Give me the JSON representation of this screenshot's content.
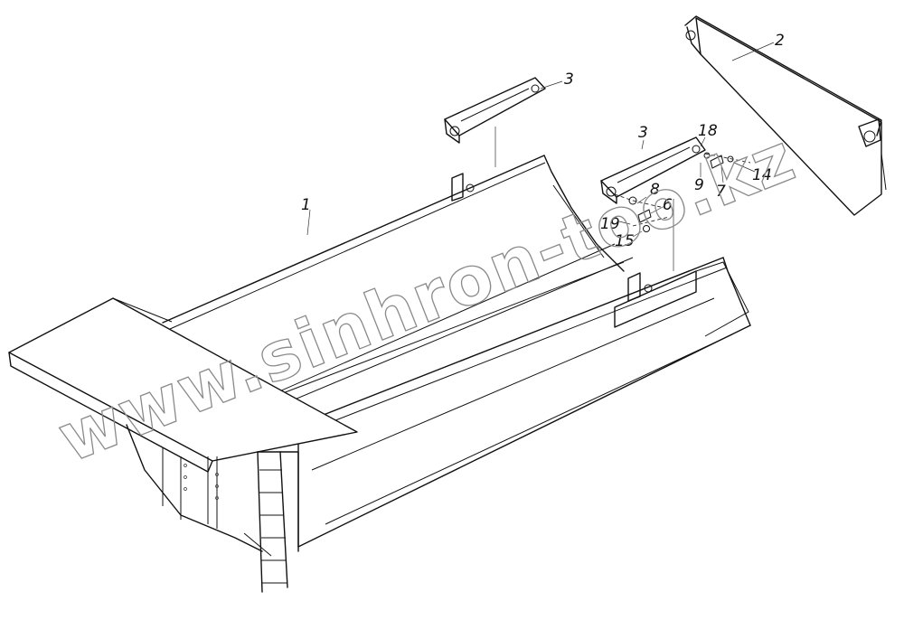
{
  "callouts": [
    {
      "id": "c1",
      "label": "1"
    },
    {
      "id": "c2",
      "label": "2"
    },
    {
      "id": "c3a",
      "label": "3"
    },
    {
      "id": "c3b",
      "label": "3"
    },
    {
      "id": "c18",
      "label": "18"
    },
    {
      "id": "c9",
      "label": "9"
    },
    {
      "id": "c7",
      "label": "7"
    },
    {
      "id": "c14",
      "label": "14"
    },
    {
      "id": "c8",
      "label": "8"
    },
    {
      "id": "c6",
      "label": "6"
    },
    {
      "id": "c19",
      "label": "19"
    },
    {
      "id": "c15",
      "label": "15"
    }
  ],
  "watermark": "www.sinhron-too.kz"
}
